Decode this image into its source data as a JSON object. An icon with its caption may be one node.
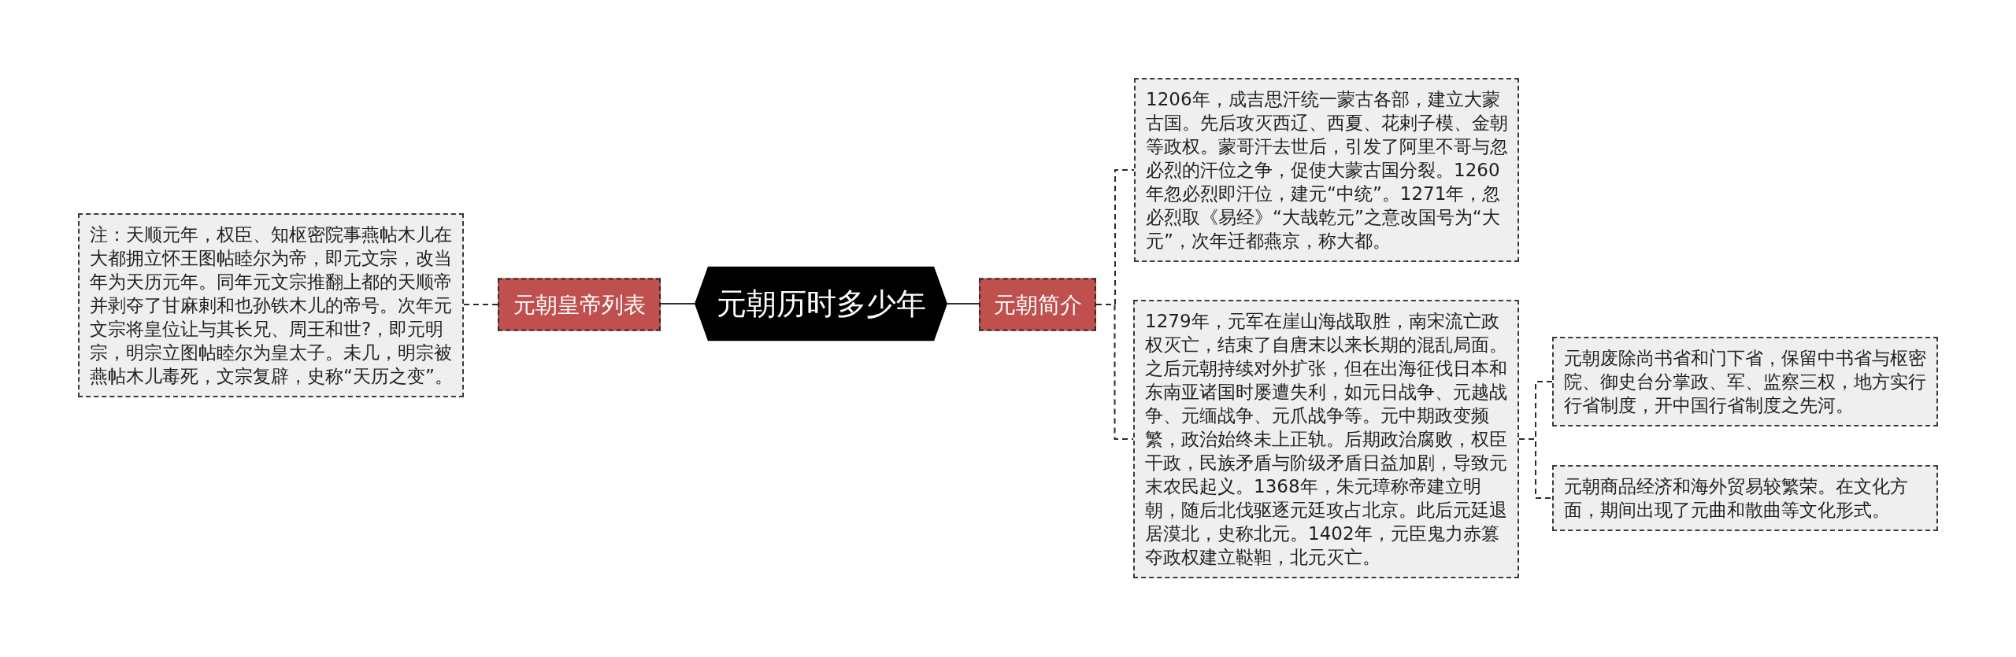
{
  "diagram": {
    "nodes": [
      {
        "text": [
          "元朝历时多少年"
        ]
      },
      {
        "text": [
          "元朝皇帝列表"
        ]
      },
      {
        "text": [
          "注：天顺元年，权臣、知枢密院事燕帖木儿在大都拥立怀王图帖睦尔为帝，即元文宗，改当年为天历元年。同年元文宗推翻上都的天顺帝并剥夺了甘麻剌和也孙铁木儿的帝号。次年元文宗将皇位让与其长兄、周王和世?，即元明宗，明宗立图帖睦尔为皇太子。未几，明宗被燕帖木儿毒死，文宗复辟，史称“天历之变”。"
        ]
      },
      {
        "text": [
          "元朝简介"
        ]
      },
      {
        "text": [
          "1206年，成吉思汗统一蒙古各部，建立大蒙古国。先后攻灭西辽、西夏、花剌子模、金朝等政权。蒙哥汗去世后，引发了阿里不哥与忽必烈的汗位之争，促使大蒙古国分裂。1260年忽必烈即汗位，建元“中统”。1271年，忽必烈取《易经》“大哉乾元”之意改国号为“大元”，次年迁都燕京，称大都。"
        ]
      },
      {
        "text": [
          "1279年，元军在崖山海战取胜，南宋流亡政权灭亡，结束了自唐末以来长期的混乱局面。之后元朝持续对外扩张，但在出海征伐日本和东南亚诸国时屡遭失利，如元日战争、元越战争、元缅战争、元爪战争等。元中期政变频繁，政治始终未上正轨。后期政治腐败，权臣干政，民族矛盾与阶级矛盾日益加剧，导致元末农民起义。1368年，朱元璋称帝建立明朝，随后北伐驱逐元廷攻占北京。此后元廷退居漠北，史称北元。1402年，元臣鬼力赤篡夺政权建立鞑靼，北元灭亡。"
        ]
      },
      {
        "text": [
          "元朝废除尚书省和门下省，保留中书省与枢密院、御史台分掌政、军、监察三权，地方实行行省制度，开中国行省制度之先河。"
        ]
      },
      {
        "text": [
          "元朝商品经济和海外贸易较繁荣。在文化方面，期间出现了元曲和散曲等文化形式。"
        ]
      }
    ],
    "edges": [
      {
        "from": 0,
        "to": 1,
        "arrow": "none"
      },
      {
        "from": 1,
        "to": 2,
        "arrow": "none",
        "style": "dashed"
      },
      {
        "from": 0,
        "to": 3,
        "arrow": "none"
      },
      {
        "from": 3,
        "to": 4,
        "arrow": "none",
        "style": "dashed"
      },
      {
        "from": 3,
        "to": 5,
        "arrow": "none",
        "style": "dashed"
      },
      {
        "from": 5,
        "to": 6,
        "arrow": "none",
        "style": "dashed"
      },
      {
        "from": 5,
        "to": 7,
        "arrow": "none",
        "style": "dashed"
      }
    ]
  }
}
